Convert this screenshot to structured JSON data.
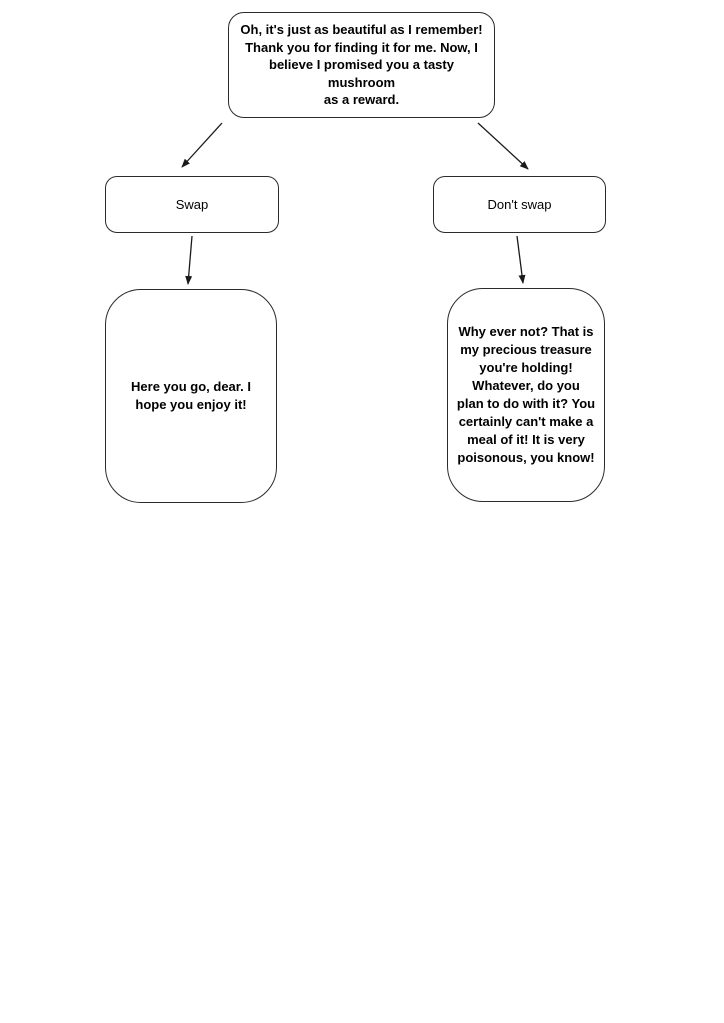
{
  "diagram": {
    "root": {
      "text": "Oh, it's just as beautiful as I remember!\nThank you for finding it for me. Now, I\nbelieve I promised you a tasty mushroom\nas a reward."
    },
    "options": [
      {
        "label": "Swap"
      },
      {
        "label": "Don't swap"
      }
    ],
    "outcomes": [
      {
        "text": "Here you go, dear. I\nhope you enjoy it!"
      },
      {
        "text": "Why ever not? That is\nmy precious treasure\nyou're holding!\nWhatever, do you\nplan to do with it? You\ncertainly can't make a\nmeal of it! It is very\npoisonous, you know!"
      }
    ],
    "colors": {
      "background": "#ffffff",
      "node_border": "#2b2b2b",
      "arrow": "#1a1a1a",
      "text": "#000000"
    }
  }
}
